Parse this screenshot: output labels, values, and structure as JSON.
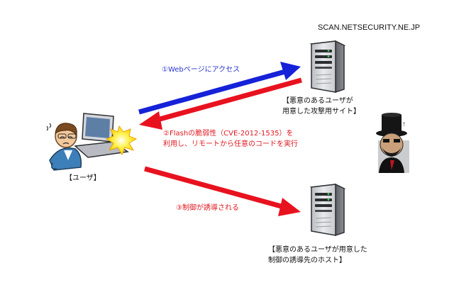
{
  "watermark": "SCAN.NETSECURITY.NE.JP",
  "steps": {
    "step1": "①Webページにアクセス",
    "step2_line1": "②Flashの脆弱性（CVE-2012-1535）を",
    "step2_line2": "利用し、リモートから任意のコードを実行",
    "step3": "③制御が誘導される"
  },
  "nodes": {
    "user_label": "【ユーザ】",
    "attack_site_line1": "【悪意のあるユーザが",
    "attack_site_line2": "用意した攻撃用サイト】",
    "control_host_line1": "【悪意のあるユーザが用意した",
    "control_host_line2": "制御の誘導先のホスト】"
  },
  "colors": {
    "blue_arrow": "#1522d8",
    "red_arrow": "#e8121f",
    "step1_text": "#2a35c8",
    "red_text": "#e01820"
  },
  "icons": [
    "user-with-laptop-icon",
    "server-icon",
    "server-icon",
    "hacker-icon"
  ]
}
